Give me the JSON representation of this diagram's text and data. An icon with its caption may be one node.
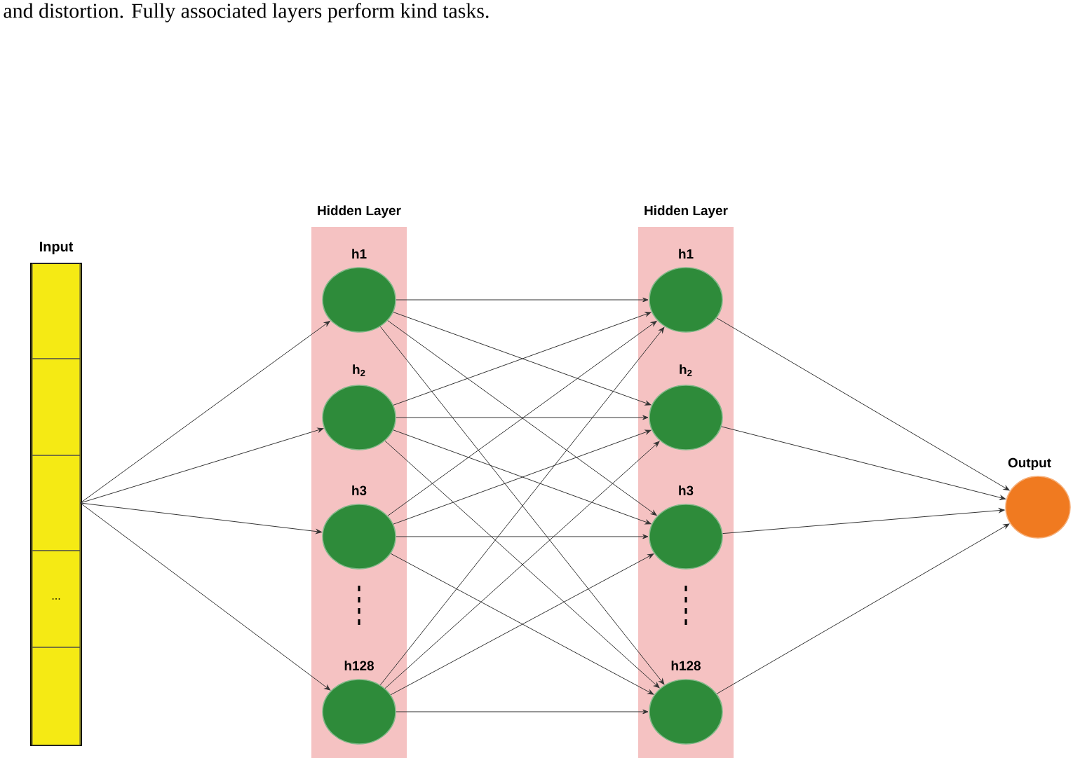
{
  "diagram": {
    "nodes": [
      {
        "text": [
          "Input"
        ]
      },
      {
        "text": [],
        "shape": "box",
        "in": 0
      },
      {
        "text": [],
        "shape": "box",
        "in": 0
      },
      {
        "text": [],
        "shape": "box",
        "in": 0
      },
      {
        "text": [
          "..."
        ],
        "in": 0
      },
      {
        "text": [],
        "shape": "box",
        "in": 0
      },
      {
        "text": [
          "Hidden Layer"
        ]
      },
      {
        "text": [
          "h1"
        ],
        "in": 6
      },
      {
        "text": [
          "h$_{2}$"
        ],
        "in": 6
      },
      {
        "text": [
          "h3"
        ],
        "in": 6
      },
      {
        "text": [
          "h128"
        ],
        "in": 6
      },
      {
        "text": [
          "Hidden Layer"
        ]
      },
      {
        "text": [
          "h1"
        ],
        "in": 11
      },
      {
        "text": [
          "h$_{2}$"
        ],
        "in": 11
      },
      {
        "text": [
          "h3"
        ],
        "in": 11
      },
      {
        "text": [
          "h128"
        ],
        "in": 11
      },
      {
        "text": [
          "Output"
        ]
      }
    ],
    "edges": [
      {
        "from": 3,
        "to": 7,
        "arrow": "to"
      },
      {
        "from": 3,
        "to": 8,
        "arrow": "to"
      },
      {
        "from": 3,
        "to": 9,
        "arrow": "to"
      },
      {
        "from": 3,
        "to": 10,
        "arrow": "to"
      },
      {
        "from": 7,
        "to": 12,
        "arrow": "to"
      },
      {
        "from": 7,
        "to": 13,
        "arrow": "to"
      },
      {
        "from": 7,
        "to": 14,
        "arrow": "to"
      },
      {
        "from": 7,
        "to": 15,
        "arrow": "to"
      },
      {
        "from": 8,
        "to": 12,
        "arrow": "to"
      },
      {
        "from": 8,
        "to": 13,
        "arrow": "to"
      },
      {
        "from": 8,
        "to": 14,
        "arrow": "to"
      },
      {
        "from": 8,
        "to": 15,
        "arrow": "to"
      },
      {
        "from": 9,
        "to": 12,
        "arrow": "to"
      },
      {
        "from": 9,
        "to": 13,
        "arrow": "to"
      },
      {
        "from": 9,
        "to": 14,
        "arrow": "to"
      },
      {
        "from": 9,
        "to": 15,
        "arrow": "to"
      },
      {
        "from": 10,
        "to": 12,
        "arrow": "to"
      },
      {
        "from": 10,
        "to": 13,
        "arrow": "to"
      },
      {
        "from": 10,
        "to": 14,
        "arrow": "to"
      },
      {
        "from": 10,
        "to": 15,
        "arrow": "to"
      },
      {
        "from": 12,
        "to": 16,
        "arrow": "to"
      },
      {
        "from": 13,
        "to": 16,
        "arrow": "to"
      },
      {
        "from": 14,
        "to": 16,
        "arrow": "to"
      },
      {
        "from": 15,
        "to": 16,
        "arrow": "to"
      }
    ],
    "labels": [
      "and distortion. Fully associated layers perform kind tasks."
    ]
  }
}
